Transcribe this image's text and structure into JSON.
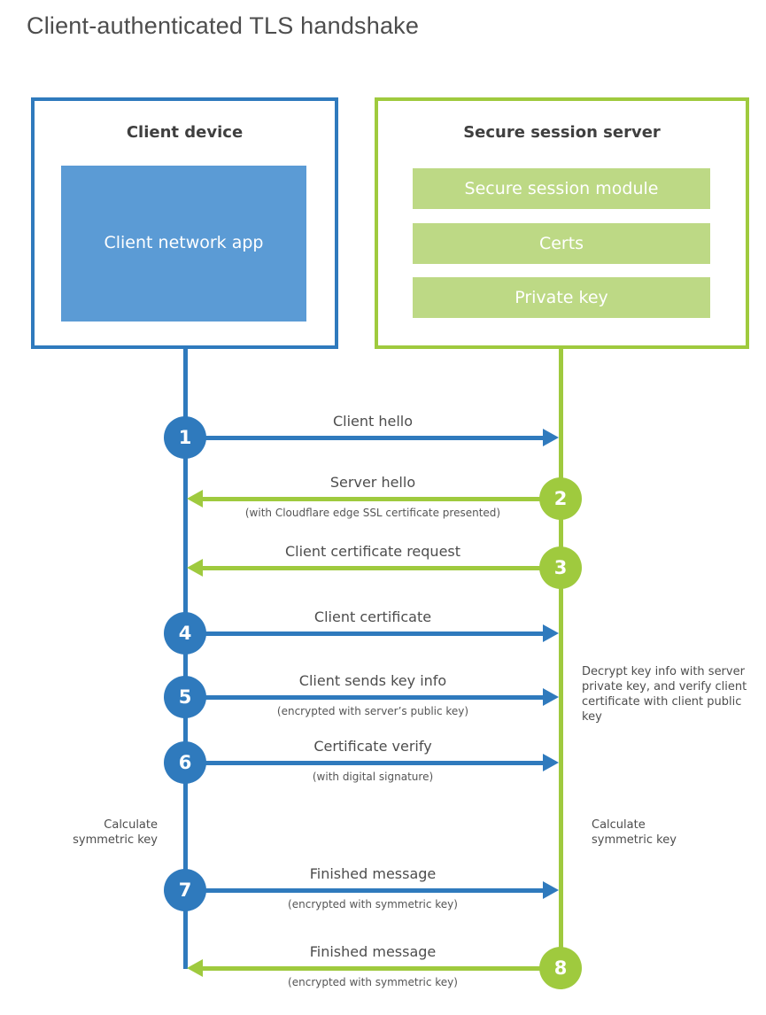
{
  "title": "Client-authenticated TLS handshake",
  "client_box": {
    "title": "Client device",
    "app_label": "Client network app"
  },
  "server_box": {
    "title": "Secure session server",
    "modules": [
      "Secure session module",
      "Certs",
      "Private key"
    ]
  },
  "steps": [
    {
      "num": "1",
      "from": "client",
      "direction": "right",
      "label": "Client hello",
      "sub": ""
    },
    {
      "num": "2",
      "from": "server",
      "direction": "left",
      "label": "Server hello",
      "sub": "(with Cloudflare edge SSL certificate presented)"
    },
    {
      "num": "3",
      "from": "server",
      "direction": "left",
      "label": "Client certificate request",
      "sub": ""
    },
    {
      "num": "4",
      "from": "client",
      "direction": "right",
      "label": "Client certificate",
      "sub": ""
    },
    {
      "num": "5",
      "from": "client",
      "direction": "right",
      "label": "Client sends key info",
      "sub": "(encrypted with server’s public key)"
    },
    {
      "num": "6",
      "from": "client",
      "direction": "right",
      "label": "Certificate verify",
      "sub": "(with digital signature)"
    },
    {
      "num": "7",
      "from": "client",
      "direction": "right",
      "label": "Finished message",
      "sub": "(encrypted with symmetric key)"
    },
    {
      "num": "8",
      "from": "server",
      "direction": "left",
      "label": "Finished message",
      "sub": "(encrypted with symmetric key)"
    }
  ],
  "notes": {
    "decrypt": "Decrypt key info with server private key, and verify client certificate with client public key",
    "calc_left": "Calculate symmetric key",
    "calc_right": "Calculate symmetric key"
  },
  "colors": {
    "blue": "#2f7abd",
    "blue_fill": "#5b9bd5",
    "green": "#9fca3e",
    "green_fill": "#bdd985",
    "heading_text": "#3f3f3f",
    "label_text": "#4d4d4d",
    "title_text": "#4d4d4d"
  }
}
